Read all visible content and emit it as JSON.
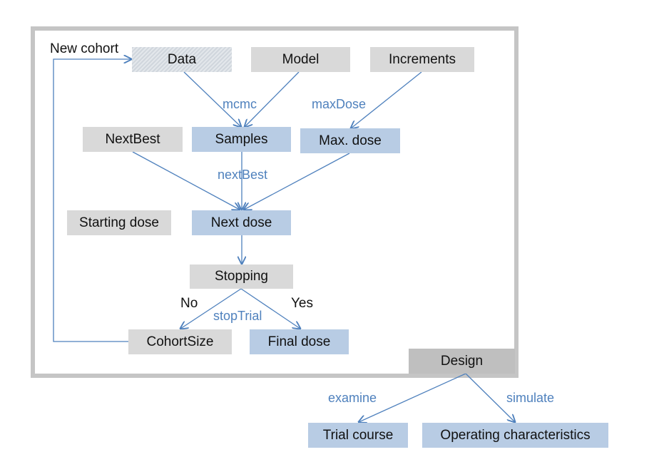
{
  "labels": {
    "new_cohort": "New cohort",
    "no": "No",
    "yes": "Yes"
  },
  "boxes": {
    "data": "Data",
    "model": "Model",
    "increments": "Increments",
    "next_best": "NextBest",
    "samples": "Samples",
    "max_dose": "Max. dose",
    "starting_dose": "Starting dose",
    "next_dose": "Next dose",
    "stopping": "Stopping",
    "cohort_size": "CohortSize",
    "final_dose": "Final dose",
    "design": "Design",
    "trial_course": "Trial course",
    "operating_characteristics": "Operating characteristics"
  },
  "functions": {
    "mcmc": "mcmc",
    "max_dose": "maxDose",
    "next_best": "nextBest",
    "stop_trial": "stopTrial",
    "examine": "examine",
    "simulate": "simulate"
  },
  "colors": {
    "input_box": "#d9d9d9",
    "output_box": "#b8cce4",
    "design_box": "#bfbfbf",
    "frame": "#c5c5c5",
    "function_text": "#4f81bd",
    "arrow": "#4f81bd"
  }
}
